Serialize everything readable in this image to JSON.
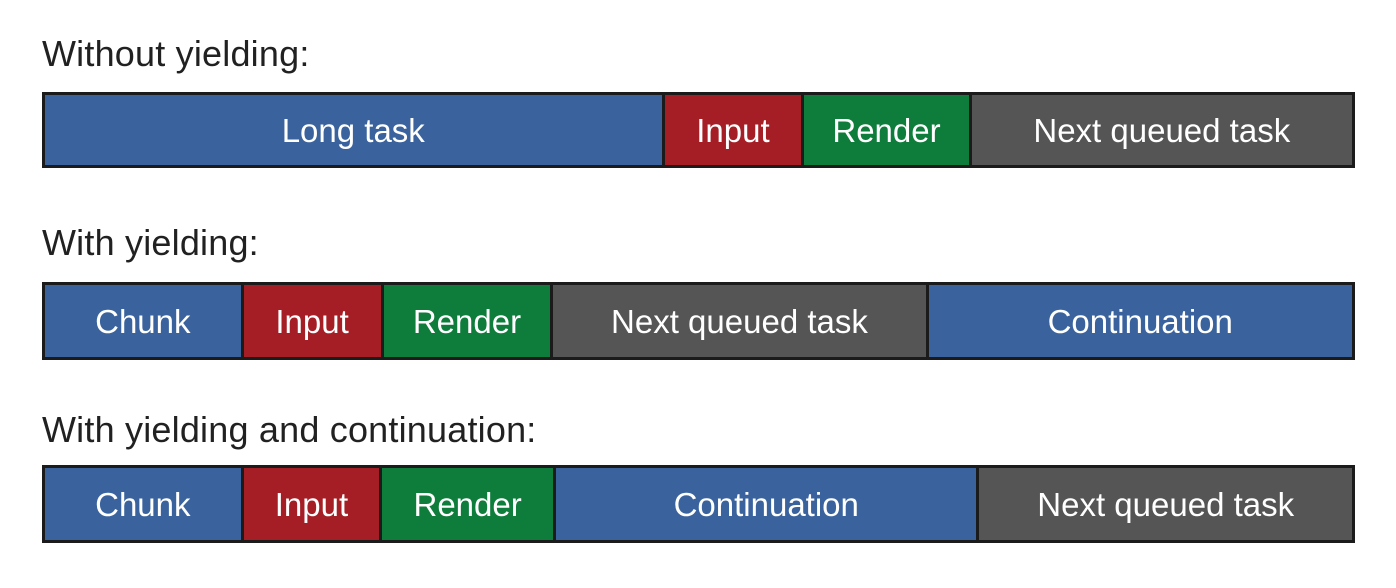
{
  "colors": {
    "blue": "#3a639e",
    "red": "#a51e25",
    "green": "#0e7d3b",
    "gray": "#555555",
    "border": "#1b1b1b",
    "title_text": "#212121",
    "label_text": "#ffffff",
    "background": "#ffffff"
  },
  "sections": [
    {
      "title": "Without yielding:",
      "segments": [
        {
          "label": "Long task",
          "color": "blue",
          "width_pct": 47.4
        },
        {
          "label": "Input",
          "color": "red",
          "width_pct": 10.7
        },
        {
          "label": "Render",
          "color": "green",
          "width_pct": 12.8
        },
        {
          "label": "Next queued task",
          "color": "gray",
          "width_pct": 29.1
        }
      ]
    },
    {
      "title": "With yielding:",
      "segments": [
        {
          "label": "Chunk",
          "color": "blue",
          "width_pct": 15.2
        },
        {
          "label": "Input",
          "color": "red",
          "width_pct": 10.7
        },
        {
          "label": "Render",
          "color": "green",
          "width_pct": 13.0
        },
        {
          "label": "Next queued task",
          "color": "gray",
          "width_pct": 28.7
        },
        {
          "label": "Continuation",
          "color": "blue",
          "width_pct": 32.4
        }
      ]
    },
    {
      "title": "With yielding and continuation:",
      "segments": [
        {
          "label": "Chunk",
          "color": "blue",
          "width_pct": 15.2
        },
        {
          "label": "Input",
          "color": "red",
          "width_pct": 10.6
        },
        {
          "label": "Render",
          "color": "green",
          "width_pct": 13.3
        },
        {
          "label": "Continuation",
          "color": "blue",
          "width_pct": 32.4
        },
        {
          "label": "Next queued task",
          "color": "gray",
          "width_pct": 28.5
        }
      ]
    }
  ]
}
